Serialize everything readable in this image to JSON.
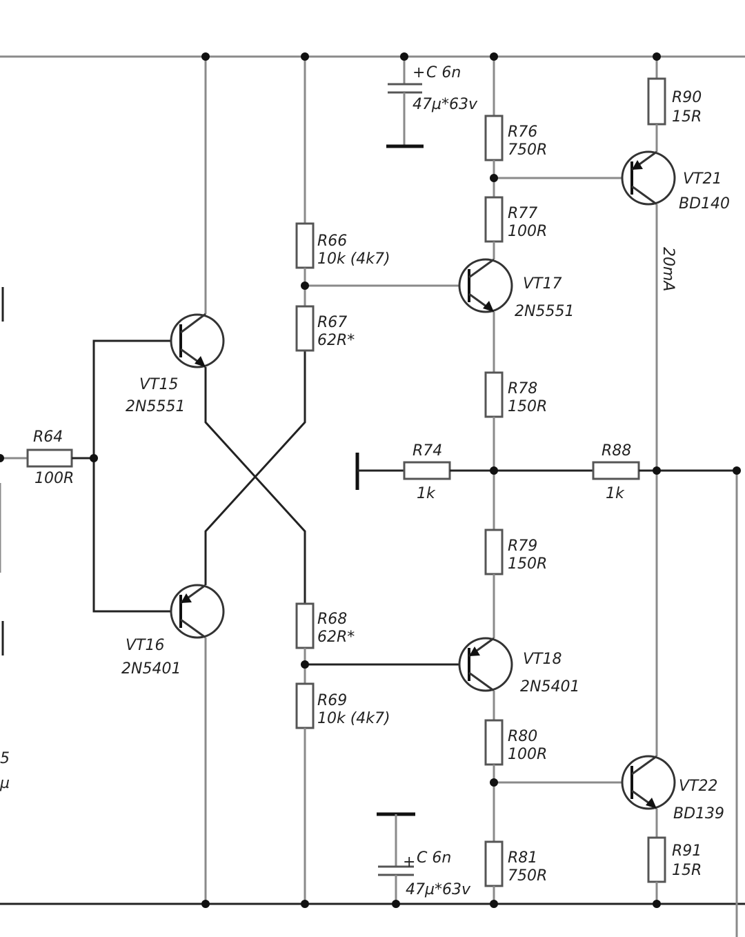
{
  "resistors": {
    "R64": {
      "name": "R64",
      "value": "100R"
    },
    "R66": {
      "name": "R66",
      "value": "10k (4k7)"
    },
    "R67": {
      "name": "R67",
      "value": "62R*"
    },
    "R68": {
      "name": "R68",
      "value": "62R*"
    },
    "R69": {
      "name": "R69",
      "value": "10k (4k7)"
    },
    "R74": {
      "name": "R74",
      "value": "1k"
    },
    "R76": {
      "name": "R76",
      "value": "750R"
    },
    "R77": {
      "name": "R77",
      "value": "100R"
    },
    "R78": {
      "name": "R78",
      "value": "150R"
    },
    "R79": {
      "name": "R79",
      "value": "150R"
    },
    "R80": {
      "name": "R80",
      "value": "100R"
    },
    "R81": {
      "name": "R81",
      "value": "750R"
    },
    "R88": {
      "name": "R88",
      "value": "1k"
    },
    "R90": {
      "name": "R90",
      "value": "15R"
    },
    "R91": {
      "name": "R91",
      "value": "15R"
    }
  },
  "transistors": {
    "VT15": {
      "name": "VT15",
      "part": "2N5551"
    },
    "VT16": {
      "name": "VT16",
      "part": "2N5401"
    },
    "VT17": {
      "name": "VT17",
      "part": "2N5551"
    },
    "VT18": {
      "name": "VT18",
      "part": "2N5401"
    },
    "VT21": {
      "name": "VT21",
      "part": "BD140"
    },
    "VT22": {
      "name": "VT22",
      "part": "BD139"
    }
  },
  "capacitors": {
    "top": {
      "plus": "+",
      "name": "C 6n",
      "value": "47µ*63v"
    },
    "bottom": {
      "plus": "+",
      "name": "C 6n",
      "value": "47µ*63v"
    }
  },
  "annotations": {
    "current": "20mA",
    "edge_top": "5",
    "edge_bottom": "µ"
  }
}
